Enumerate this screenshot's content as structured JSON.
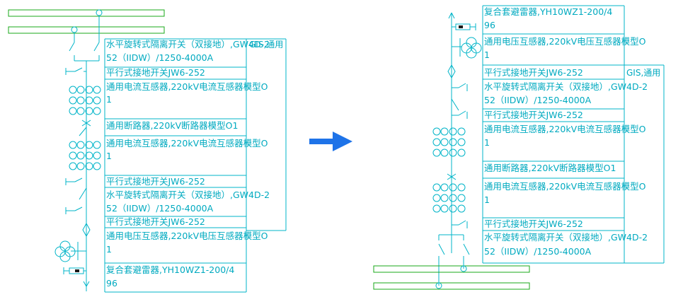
{
  "left": {
    "labels": [
      [
        "水平旋转式隔离开关（双接地）,GW4D-2",
        "52（IIDW）/1250-4000A"
      ],
      [
        "平行式接地开关JW6-252"
      ],
      [
        "通用电流互感器,220kV电流互感器模型O",
        "1"
      ],
      [
        "通用断路器,220kV断路器模型O1"
      ],
      [
        "通用电流互感器,220kV电流互感器模型O",
        "1"
      ],
      [
        "平行式接地开关JW6-252"
      ],
      [
        "水平旋转式隔离开关（双接地）,GW4D-2",
        "52（IIDW）/1250-4000A"
      ],
      [
        "平行式接地开关JW6-252"
      ],
      [
        "通用电压互感器,220kV电压互感器模型O",
        "1"
      ],
      [
        "复合套避雷器,YH10WZ1-200/4",
        "96"
      ]
    ],
    "note": "GIS,通用"
  },
  "right": {
    "labels": [
      [
        "复合套避雷器,YH10WZ1-200/4",
        "96"
      ],
      [
        "通用电压互感器,220kV电压互感器模型O",
        "1"
      ],
      [
        "平行式接地开关JW6-252"
      ],
      [
        "水平旋转式隔离开关（双接地）,GW4D-2",
        "52（IIDW）/1250-4000A"
      ],
      [
        "平行式接地开关JW6-252"
      ],
      [
        "通用电流互感器,220kV电流互感器模型O",
        "1"
      ],
      [
        "通用断路器,220kV断路器模型O1"
      ],
      [
        "通用电流互感器,220kV电流互感器模型O",
        "1"
      ],
      [
        "平行式接地开关JW6-252"
      ],
      [
        "水平旋转式隔离开关（双接地）,GW4D-2",
        "52（IIDW）/1250-4000A"
      ]
    ],
    "note": "GIS,通用"
  },
  "colors": {
    "line": "#00b4c8",
    "bus": "#1aa81a",
    "arrow": "#1e73e8"
  }
}
